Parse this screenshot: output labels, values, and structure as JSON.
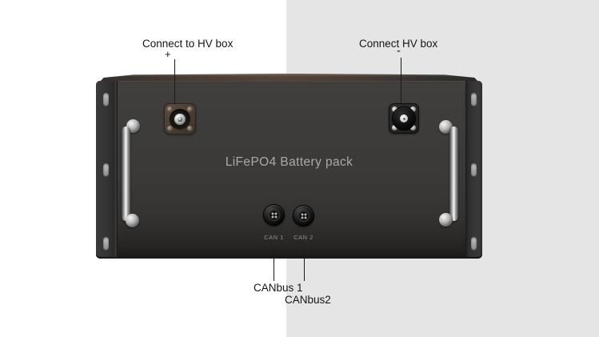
{
  "scene": {
    "background_left_color": "#ffffff",
    "background_right_color": "#e5e5e5",
    "annotation_text_color": "#151515"
  },
  "callouts": {
    "hv_positive": {
      "label": "Connect to HV box",
      "polarity": "+"
    },
    "hv_negative": {
      "label": "Connect HV box",
      "polarity": "-"
    },
    "canbus1": {
      "label": "CANbus 1"
    },
    "canbus2": {
      "label": "CANbus2"
    }
  },
  "battery": {
    "title": "LiFePO4 Battery pack",
    "title_color": "#a9a9a9",
    "body_color": "#3a3938",
    "port_labels": {
      "can1": "CAN 1",
      "can2": "CAN 2"
    }
  }
}
